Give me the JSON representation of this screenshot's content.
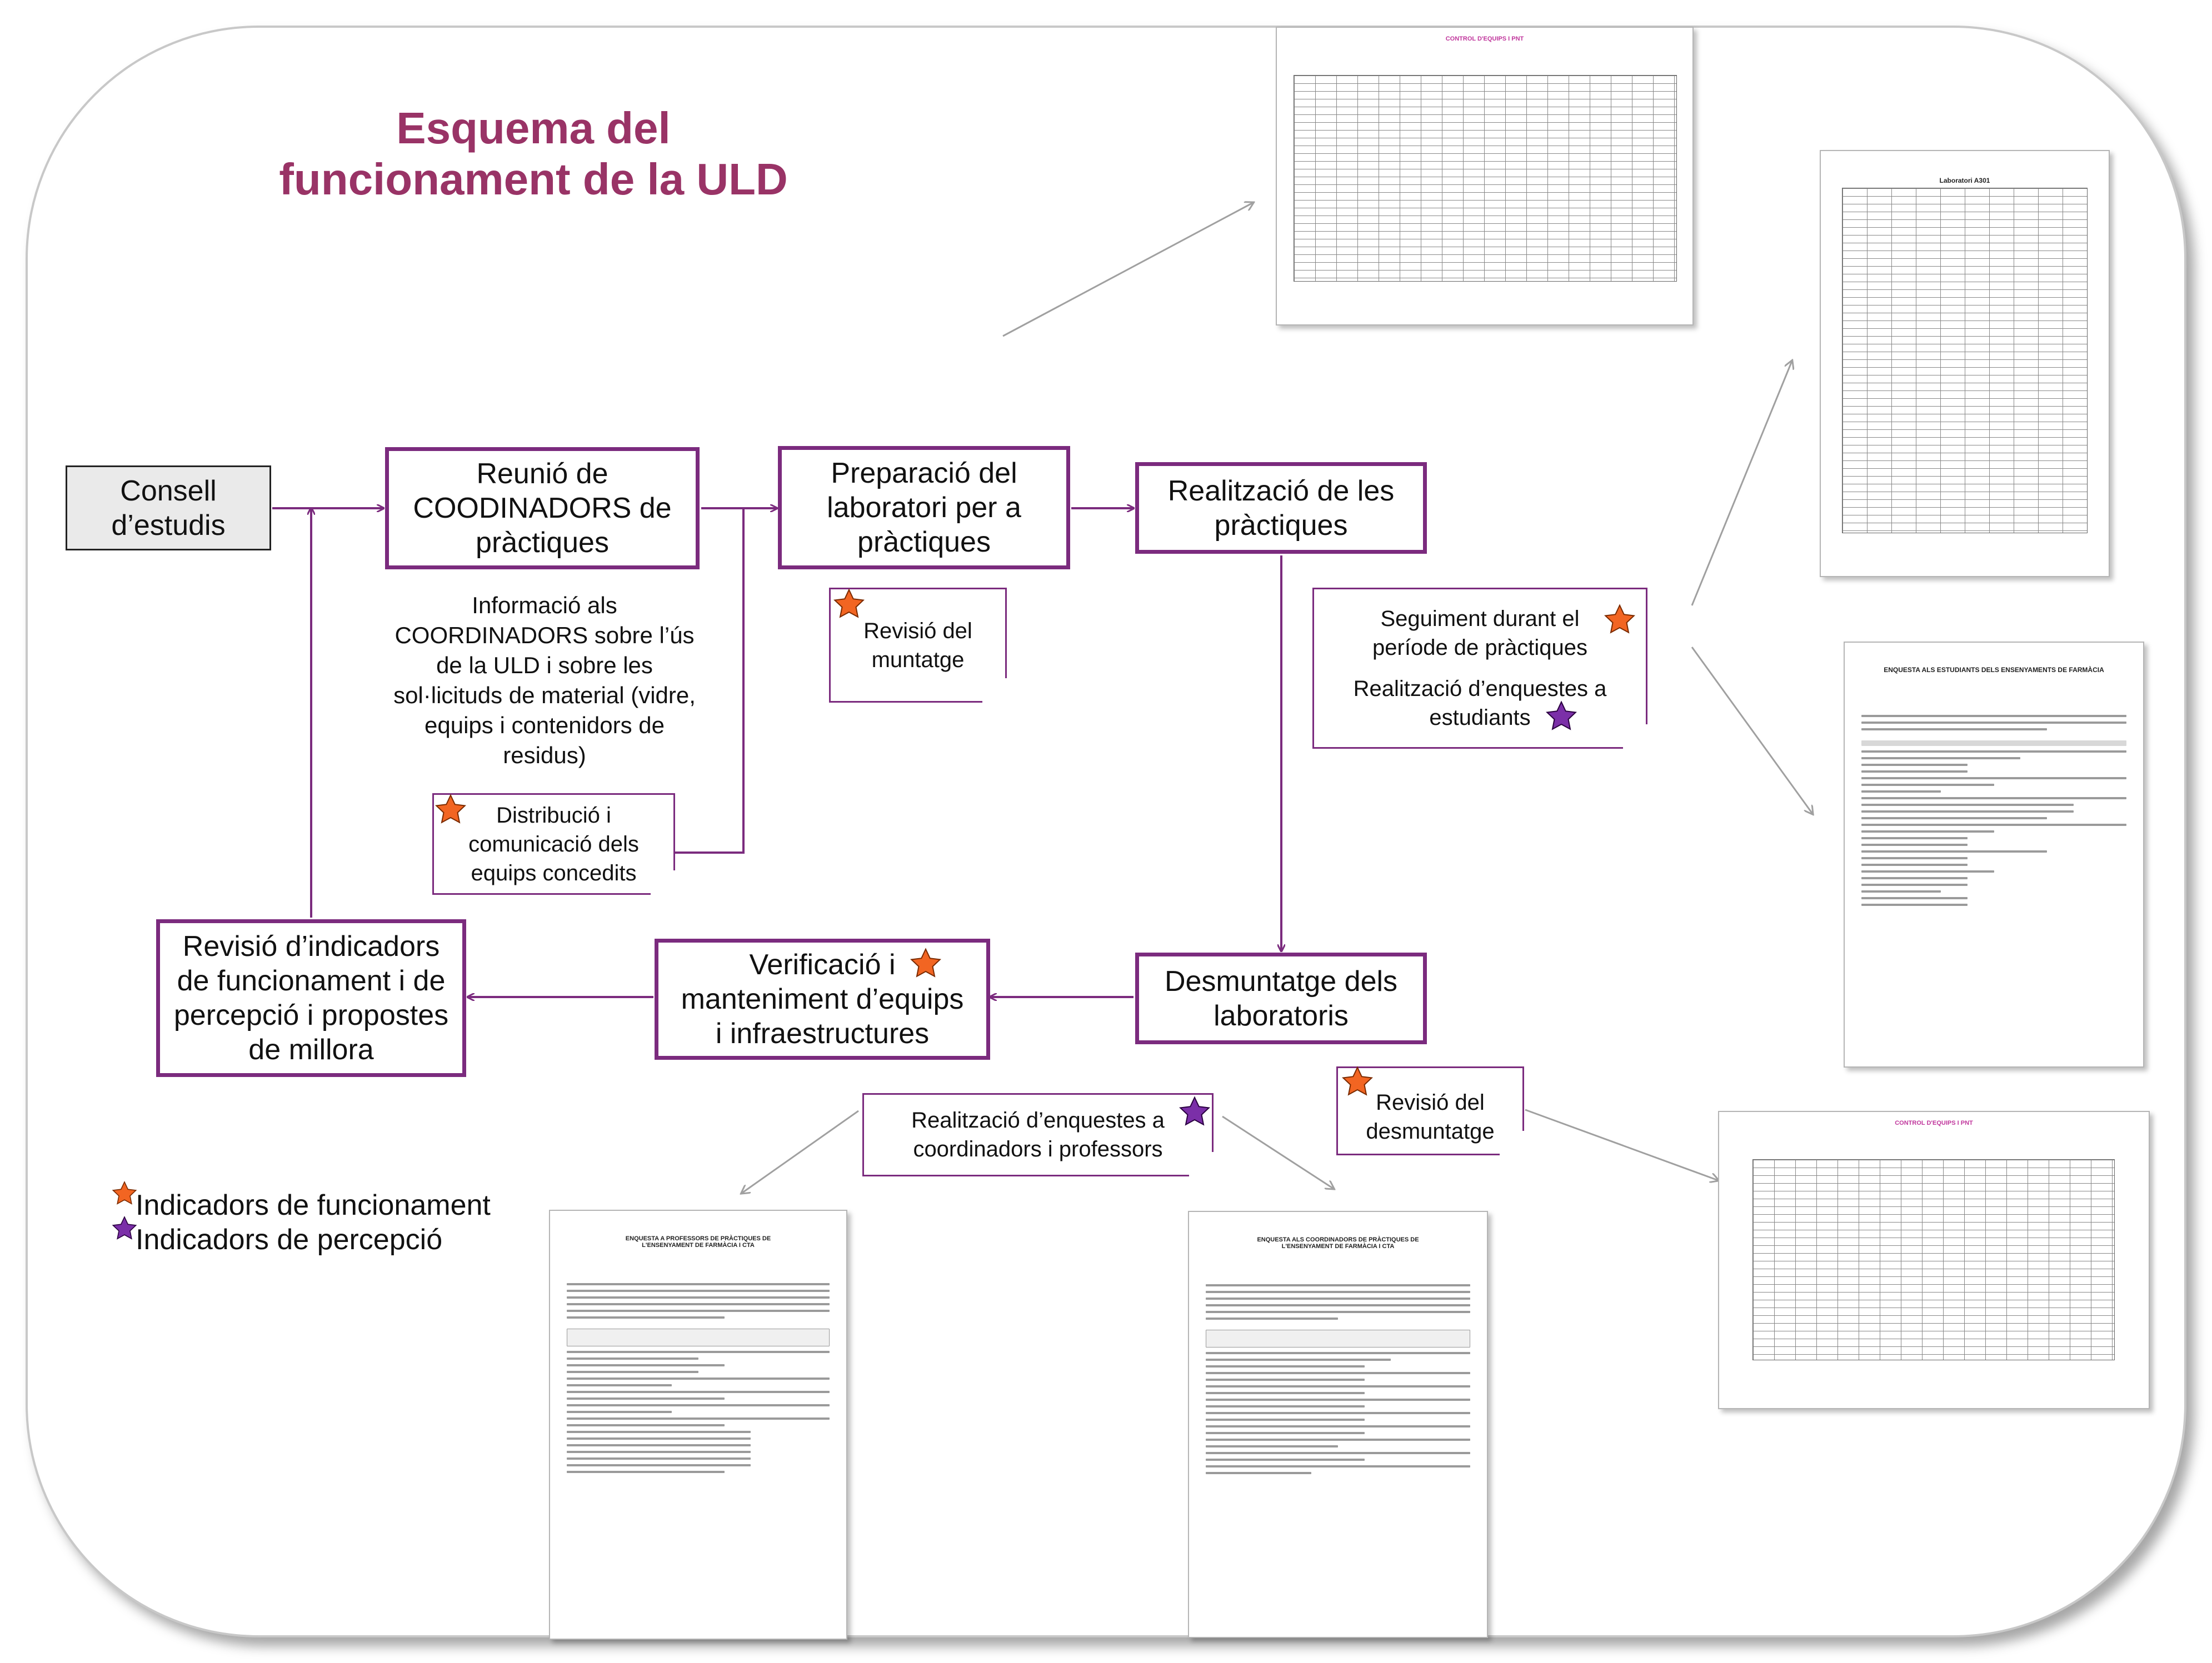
{
  "title": "Esquema del funcionament de la ULD",
  "nodes": {
    "consell": "Consell d’estudis",
    "reunio": "Reunió de COODINADORS de pràctiques",
    "preparacio": "Preparació del laboratori per a pràctiques",
    "realitzacio": "Realització de les pràctiques",
    "desmuntatge": "Desmuntatge dels laboratoris",
    "verificacio": "Verificació i manteniment d’equips i infraestructures",
    "revisio_indicadors": "Revisió d’indicadors de funcionament i de percepció i propostes de millora"
  },
  "notes": {
    "informacio": "Informació als COORDINADORS sobre l’ús de la ULD i sobre les sol·licituds de material (vidre, equips i contenidors de residus)",
    "distribucio": "Distribució i comunicació dels equips concedits",
    "revisio_muntatge": "Revisió del muntatge",
    "seguiment": "Seguiment durant el període de pràctiques",
    "enquestes_estudiants": "Realització d’enquestes a estudiants",
    "enquestes_coordinadors": "Realització d’enquestes a coordinadors i professors",
    "revisio_desmuntatge": "Revisió del desmuntatge"
  },
  "legend": {
    "funcionament": "Indicadors de funcionament",
    "percepcio": "Indicadors de percepció"
  },
  "colors": {
    "accent": "#7b2b7e",
    "title": "#993366",
    "star_funcionament": "#f26522",
    "star_percepcio": "#7b2fa8"
  },
  "documents": {
    "doc_control_top": "CONTROL D'EQUIPS I PNT",
    "doc_ambient": "Laboratori A301",
    "doc_estudiants": "ENQUESTA ALS ESTUDIANTS DELS ENSENYAMENTS DE FARMÀCIA",
    "doc_control_right": "CONTROL D'EQUIPS I PNT",
    "doc_professors": "ENQUESTA A PROFESSORS DE PRÀCTIQUES DE L'ENSENYAMENT DE FARMÀCIA I CTA",
    "doc_coordinadors": "ENQUESTA ALS COORDINADORS DE PRÀCTIQUES DE L'ENSENYAMENT DE FARMÀCIA I CTA"
  }
}
